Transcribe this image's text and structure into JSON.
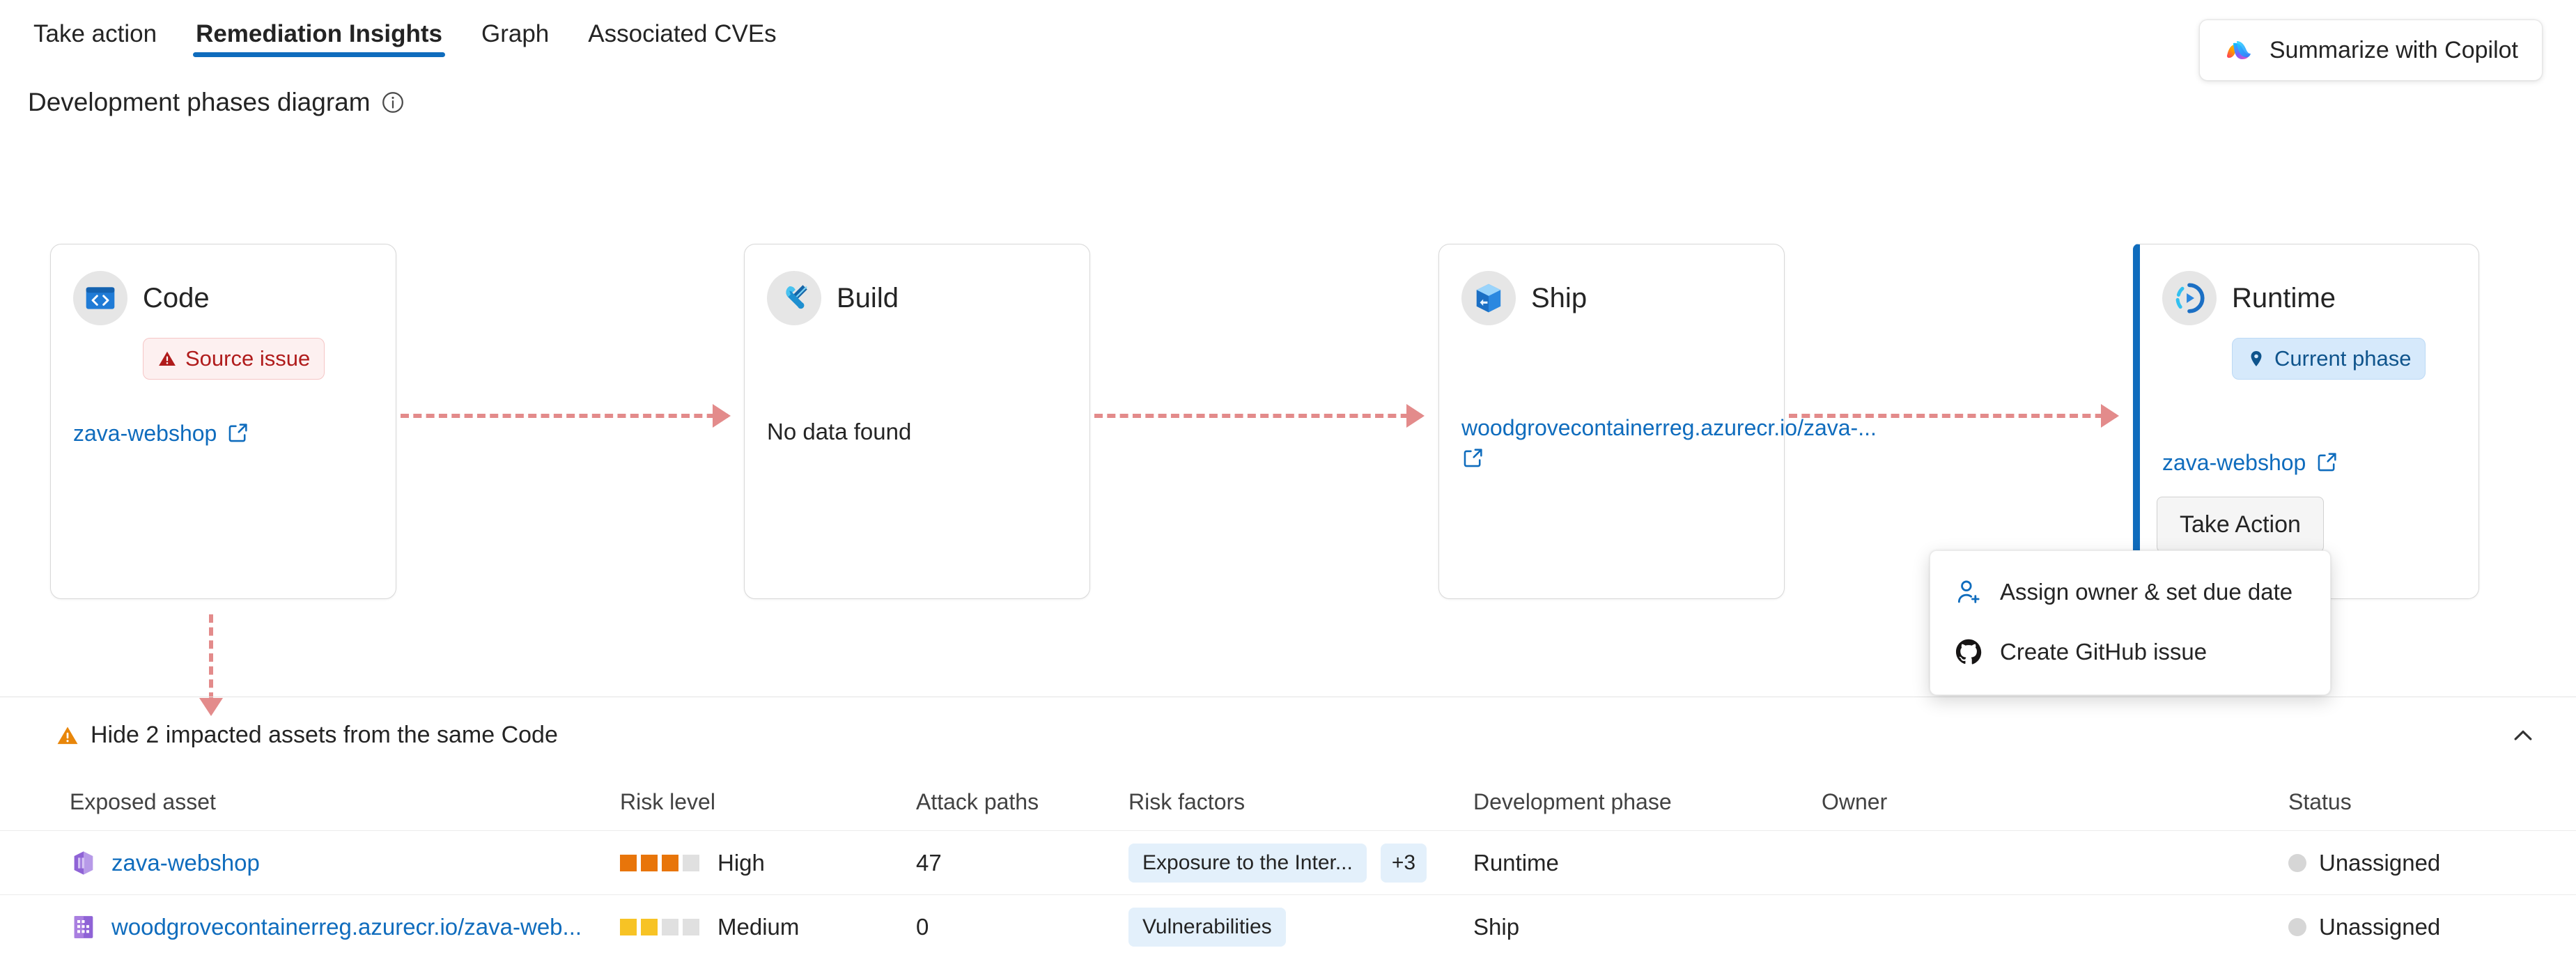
{
  "tabs": [
    {
      "label": "Take action",
      "active": false
    },
    {
      "label": "Remediation Insights",
      "active": true
    },
    {
      "label": "Graph",
      "active": false
    },
    {
      "label": "Associated CVEs",
      "active": false
    }
  ],
  "copilot": {
    "label": "Summarize with Copilot",
    "icon": "copilot-icon"
  },
  "section": {
    "title": "Development phases diagram",
    "info_icon": "info-icon"
  },
  "phases": [
    {
      "name": "Code",
      "icon": "code-window-icon",
      "badge": {
        "text": "Source issue",
        "icon": "warning-triangle-icon",
        "type": "source-issue"
      },
      "link": "zava-webshop",
      "empty_text": "",
      "current": false
    },
    {
      "name": "Build",
      "icon": "tools-icon",
      "badge": null,
      "link": "",
      "empty_text": "No data found",
      "current": false
    },
    {
      "name": "Ship",
      "icon": "package-box-icon",
      "badge": null,
      "link": "woodgrovecontainerreg.azurecr.io/zava-...",
      "empty_text": "",
      "current": false
    },
    {
      "name": "Runtime",
      "icon": "runtime-dial-icon",
      "badge": {
        "text": "Current phase",
        "icon": "location-pin-icon",
        "type": "current-phase"
      },
      "link": "zava-webshop",
      "empty_text": "",
      "current": true
    }
  ],
  "take_action": {
    "label": "Take Action"
  },
  "action_menu": {
    "items": [
      {
        "label": "Assign owner & set due date",
        "icon": "person-add-icon"
      },
      {
        "label": "Create GitHub issue",
        "icon": "github-icon"
      }
    ]
  },
  "assets_bar": {
    "toggle_label": "Hide 2 impacted assets from the same Code",
    "warn_icon": "warning-triangle-icon",
    "collapse_icon": "chevron-up-icon"
  },
  "table": {
    "columns": [
      "Exposed asset",
      "Risk level",
      "Attack paths",
      "Risk factors",
      "Development phase",
      "Owner",
      "Status"
    ],
    "rows": [
      {
        "asset": "zava-webshop",
        "asset_icon": "cube-purple-icon",
        "risk_level": "High",
        "risk_filled": 3,
        "risk_total": 4,
        "risk_color": "high",
        "attack_paths": "47",
        "factors": [
          "Exposure to the Inter..."
        ],
        "factors_more": "+3",
        "phase": "Runtime",
        "owner": "",
        "status": "Unassigned"
      },
      {
        "asset": "woodgrovecontainerreg.azurecr.io/zava-web...",
        "asset_icon": "container-registry-icon",
        "risk_level": "Medium",
        "risk_filled": 2,
        "risk_total": 4,
        "risk_color": "medium",
        "attack_paths": "0",
        "factors": [
          "Vulnerabilities"
        ],
        "factors_more": "",
        "phase": "Ship",
        "owner": "",
        "status": "Unassigned"
      }
    ]
  },
  "colors": {
    "accent_blue": "#0f6cbd",
    "link_blue": "#0f6cbd",
    "connector_pink": "#e38b8b",
    "risk_high": "#e8750a",
    "risk_medium": "#f7c325",
    "risk_empty": "#e0e0e0",
    "chip_bg": "#e3f0fb",
    "source_issue_red": "#b01b1b",
    "warn_amber": "#e8860a"
  }
}
